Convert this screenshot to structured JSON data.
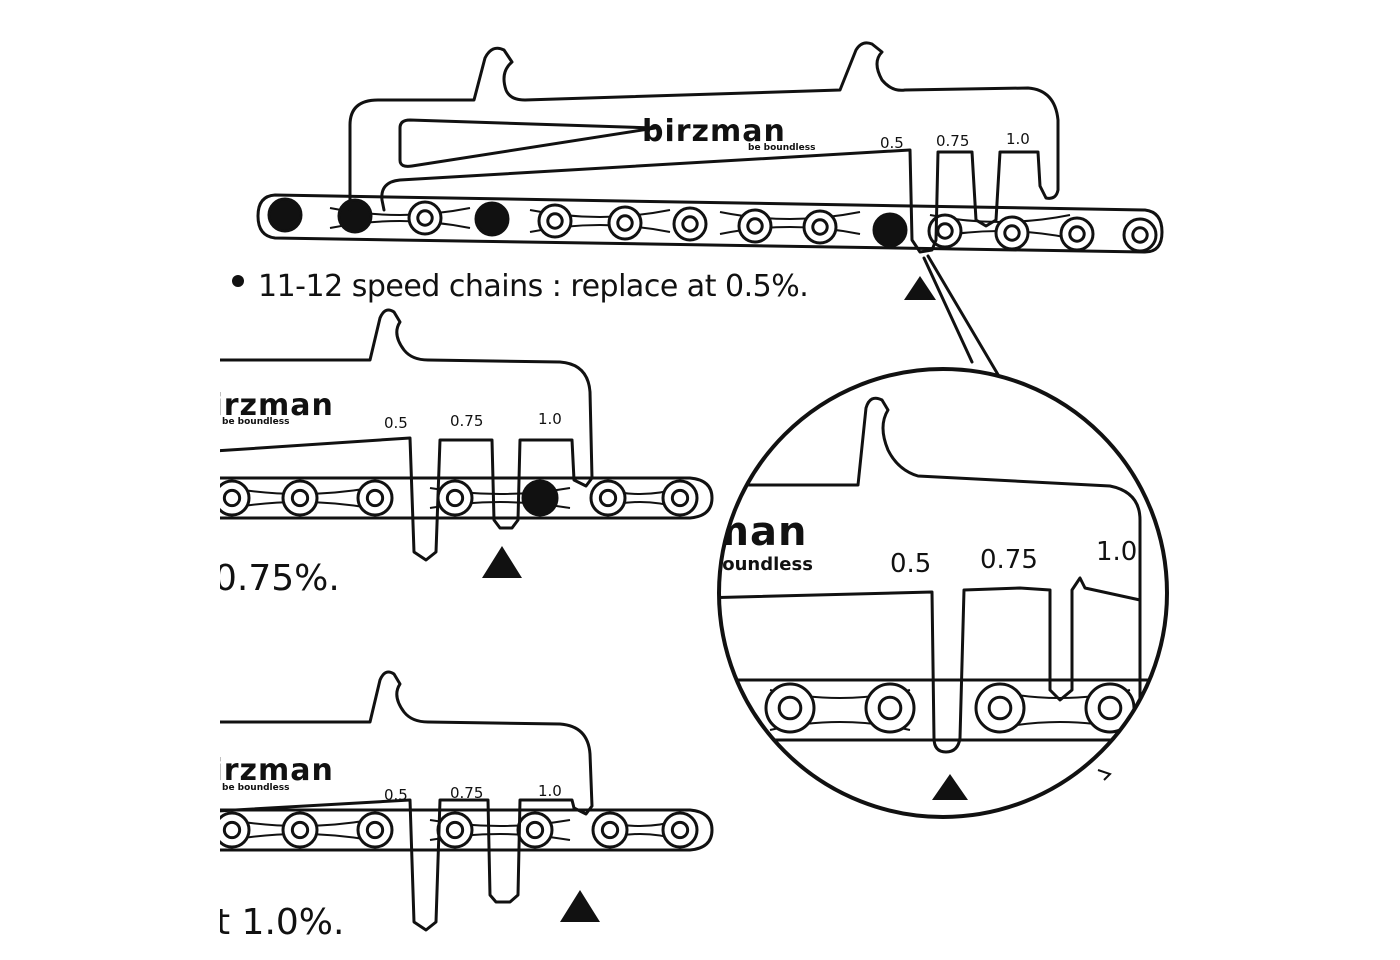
{
  "brand": {
    "name": "birzman",
    "tagline": "be boundless"
  },
  "scale_labels": [
    "0.5",
    "0.75",
    "1.0"
  ],
  "captions": {
    "top": "11-12 speed chains : replace at 0.5%.",
    "middle": "0.75%.",
    "bottom": "t 1.0%."
  }
}
